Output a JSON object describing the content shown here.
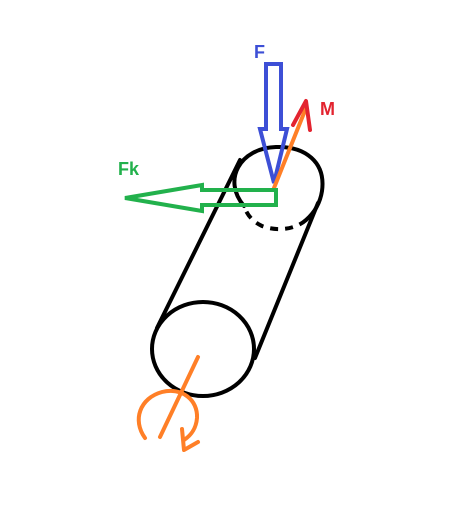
{
  "diagram": {
    "labels": {
      "force_f": "F",
      "moment_m": "M",
      "force_fk": "Fk"
    },
    "colors": {
      "background": "#ffffff",
      "cylinder": "#000000",
      "force_f": "#3d4fd6",
      "moment_m": "#e3232f",
      "force_fk": "#22b14c",
      "rotation": "#ff7f27"
    },
    "shapes": {
      "body": "cylinder",
      "force_f_arrow": "hollow-arrow-down",
      "force_fk_arrow": "hollow-arrow-left",
      "moment_m_arrow": "arrow-up-right",
      "rotation_symbol": "circular-arrow"
    }
  }
}
